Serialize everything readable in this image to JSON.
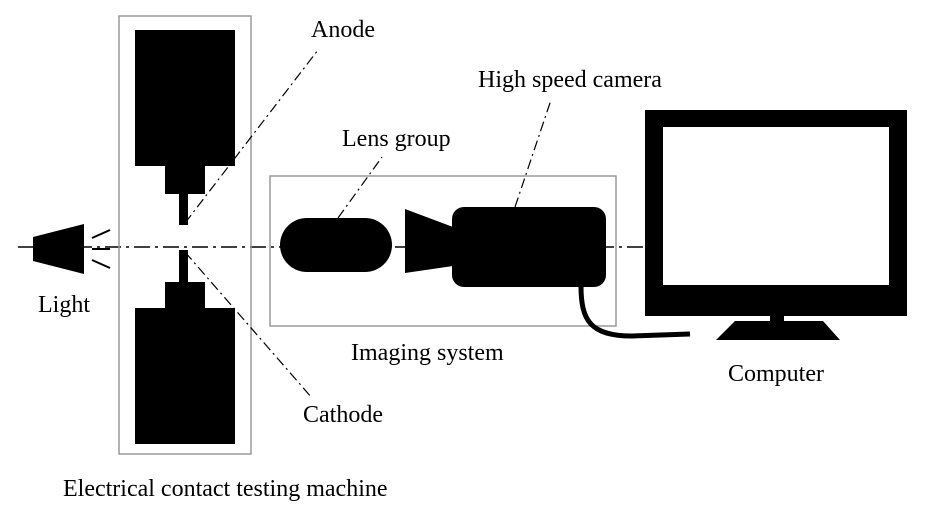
{
  "labels": {
    "anode": "Anode",
    "high_speed_camera": "High speed camera",
    "lens_group": "Lens group",
    "light": "Light",
    "imaging_system": "Imaging system",
    "computer": "Computer",
    "cathode": "Cathode",
    "testing_machine": "Electrical contact testing machine"
  },
  "colors": {
    "ink": "#000000",
    "box_outline": "#9a9a9a",
    "background": "#ffffff"
  }
}
